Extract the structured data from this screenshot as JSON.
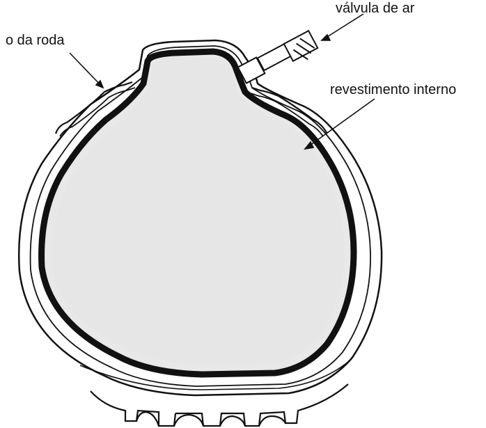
{
  "labels": {
    "rim": "o da roda",
    "valve": "válvula de ar",
    "inner_liner": "revestimento interno"
  },
  "colors": {
    "outline": "#111111",
    "liner": "#111111",
    "fill": "#e8e8e8",
    "background": "#ffffff"
  }
}
